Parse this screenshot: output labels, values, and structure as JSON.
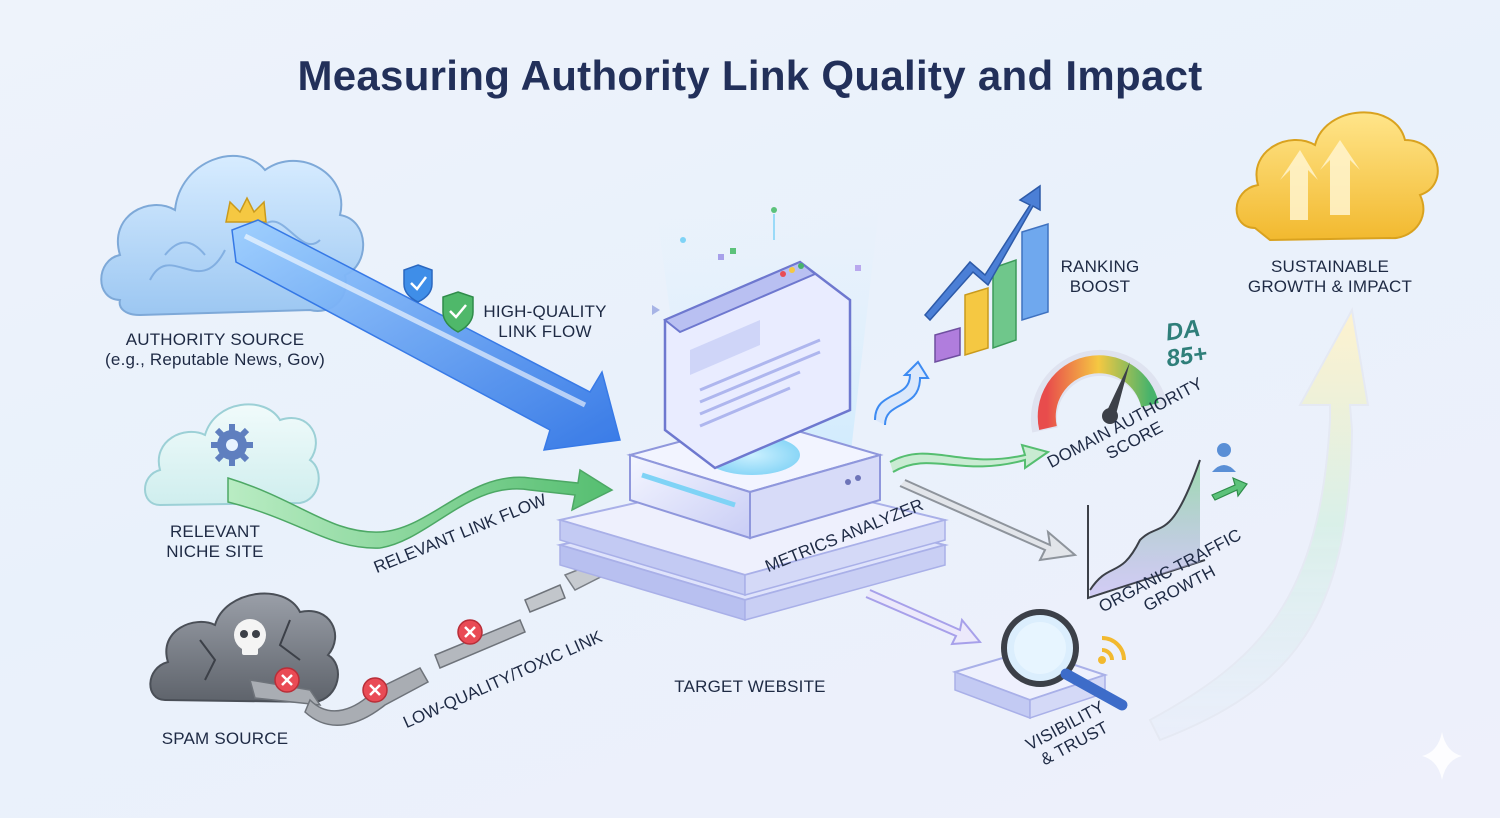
{
  "title": "Measuring Authority Link Quality and Impact",
  "sources": {
    "authority": {
      "label": "AUTHORITY SOURCE",
      "sublabel": "(e.g., Reputable News, Gov)"
    },
    "relevant": {
      "label_line1": "RELEVANT",
      "label_line2": "NICHE SITE"
    },
    "spam": {
      "label": "SPAM SOURCE"
    }
  },
  "flows": {
    "high_quality": {
      "line1": "HIGH-QUALITY",
      "line2": "LINK FLOW"
    },
    "relevant": "RELEVANT LINK FLOW",
    "toxic": "LOW-QUALITY/TOXIC LINK"
  },
  "center": {
    "analyzer": "METRICS ANALYZER",
    "target": "TARGET WEBSITE"
  },
  "outputs": {
    "ranking": {
      "line1": "RANKING",
      "line2": "BOOST"
    },
    "domain_authority": {
      "badge_line1": "DA",
      "badge_line2": "85+",
      "line1": "DOMAIN AUTHORITY",
      "line2": "SCORE"
    },
    "traffic": {
      "line1": "ORGANIC TRAFFIC",
      "line2": "GROWTH"
    },
    "visibility": {
      "line1": "VISIBILITY",
      "line2": "& TRUST"
    },
    "sustainable": {
      "line1": "SUSTAINABLE",
      "line2": "GROWTH & IMPACT"
    }
  },
  "colors": {
    "title": "#22305a",
    "high_quality_flow": "#3d8bf2",
    "relevant_flow": "#5cc27a",
    "toxic_flow": "#8e949c",
    "spam_marker": "#e94b55",
    "accent_gold": "#f5c842"
  },
  "icons": [
    "crown-icon",
    "gear-icon",
    "skull-icon",
    "shield-check-icon",
    "x-circle-icon",
    "magnifier-icon",
    "wifi-icon",
    "user-icon",
    "trend-arrow-icon",
    "gauge-icon",
    "sparkle-icon"
  ]
}
